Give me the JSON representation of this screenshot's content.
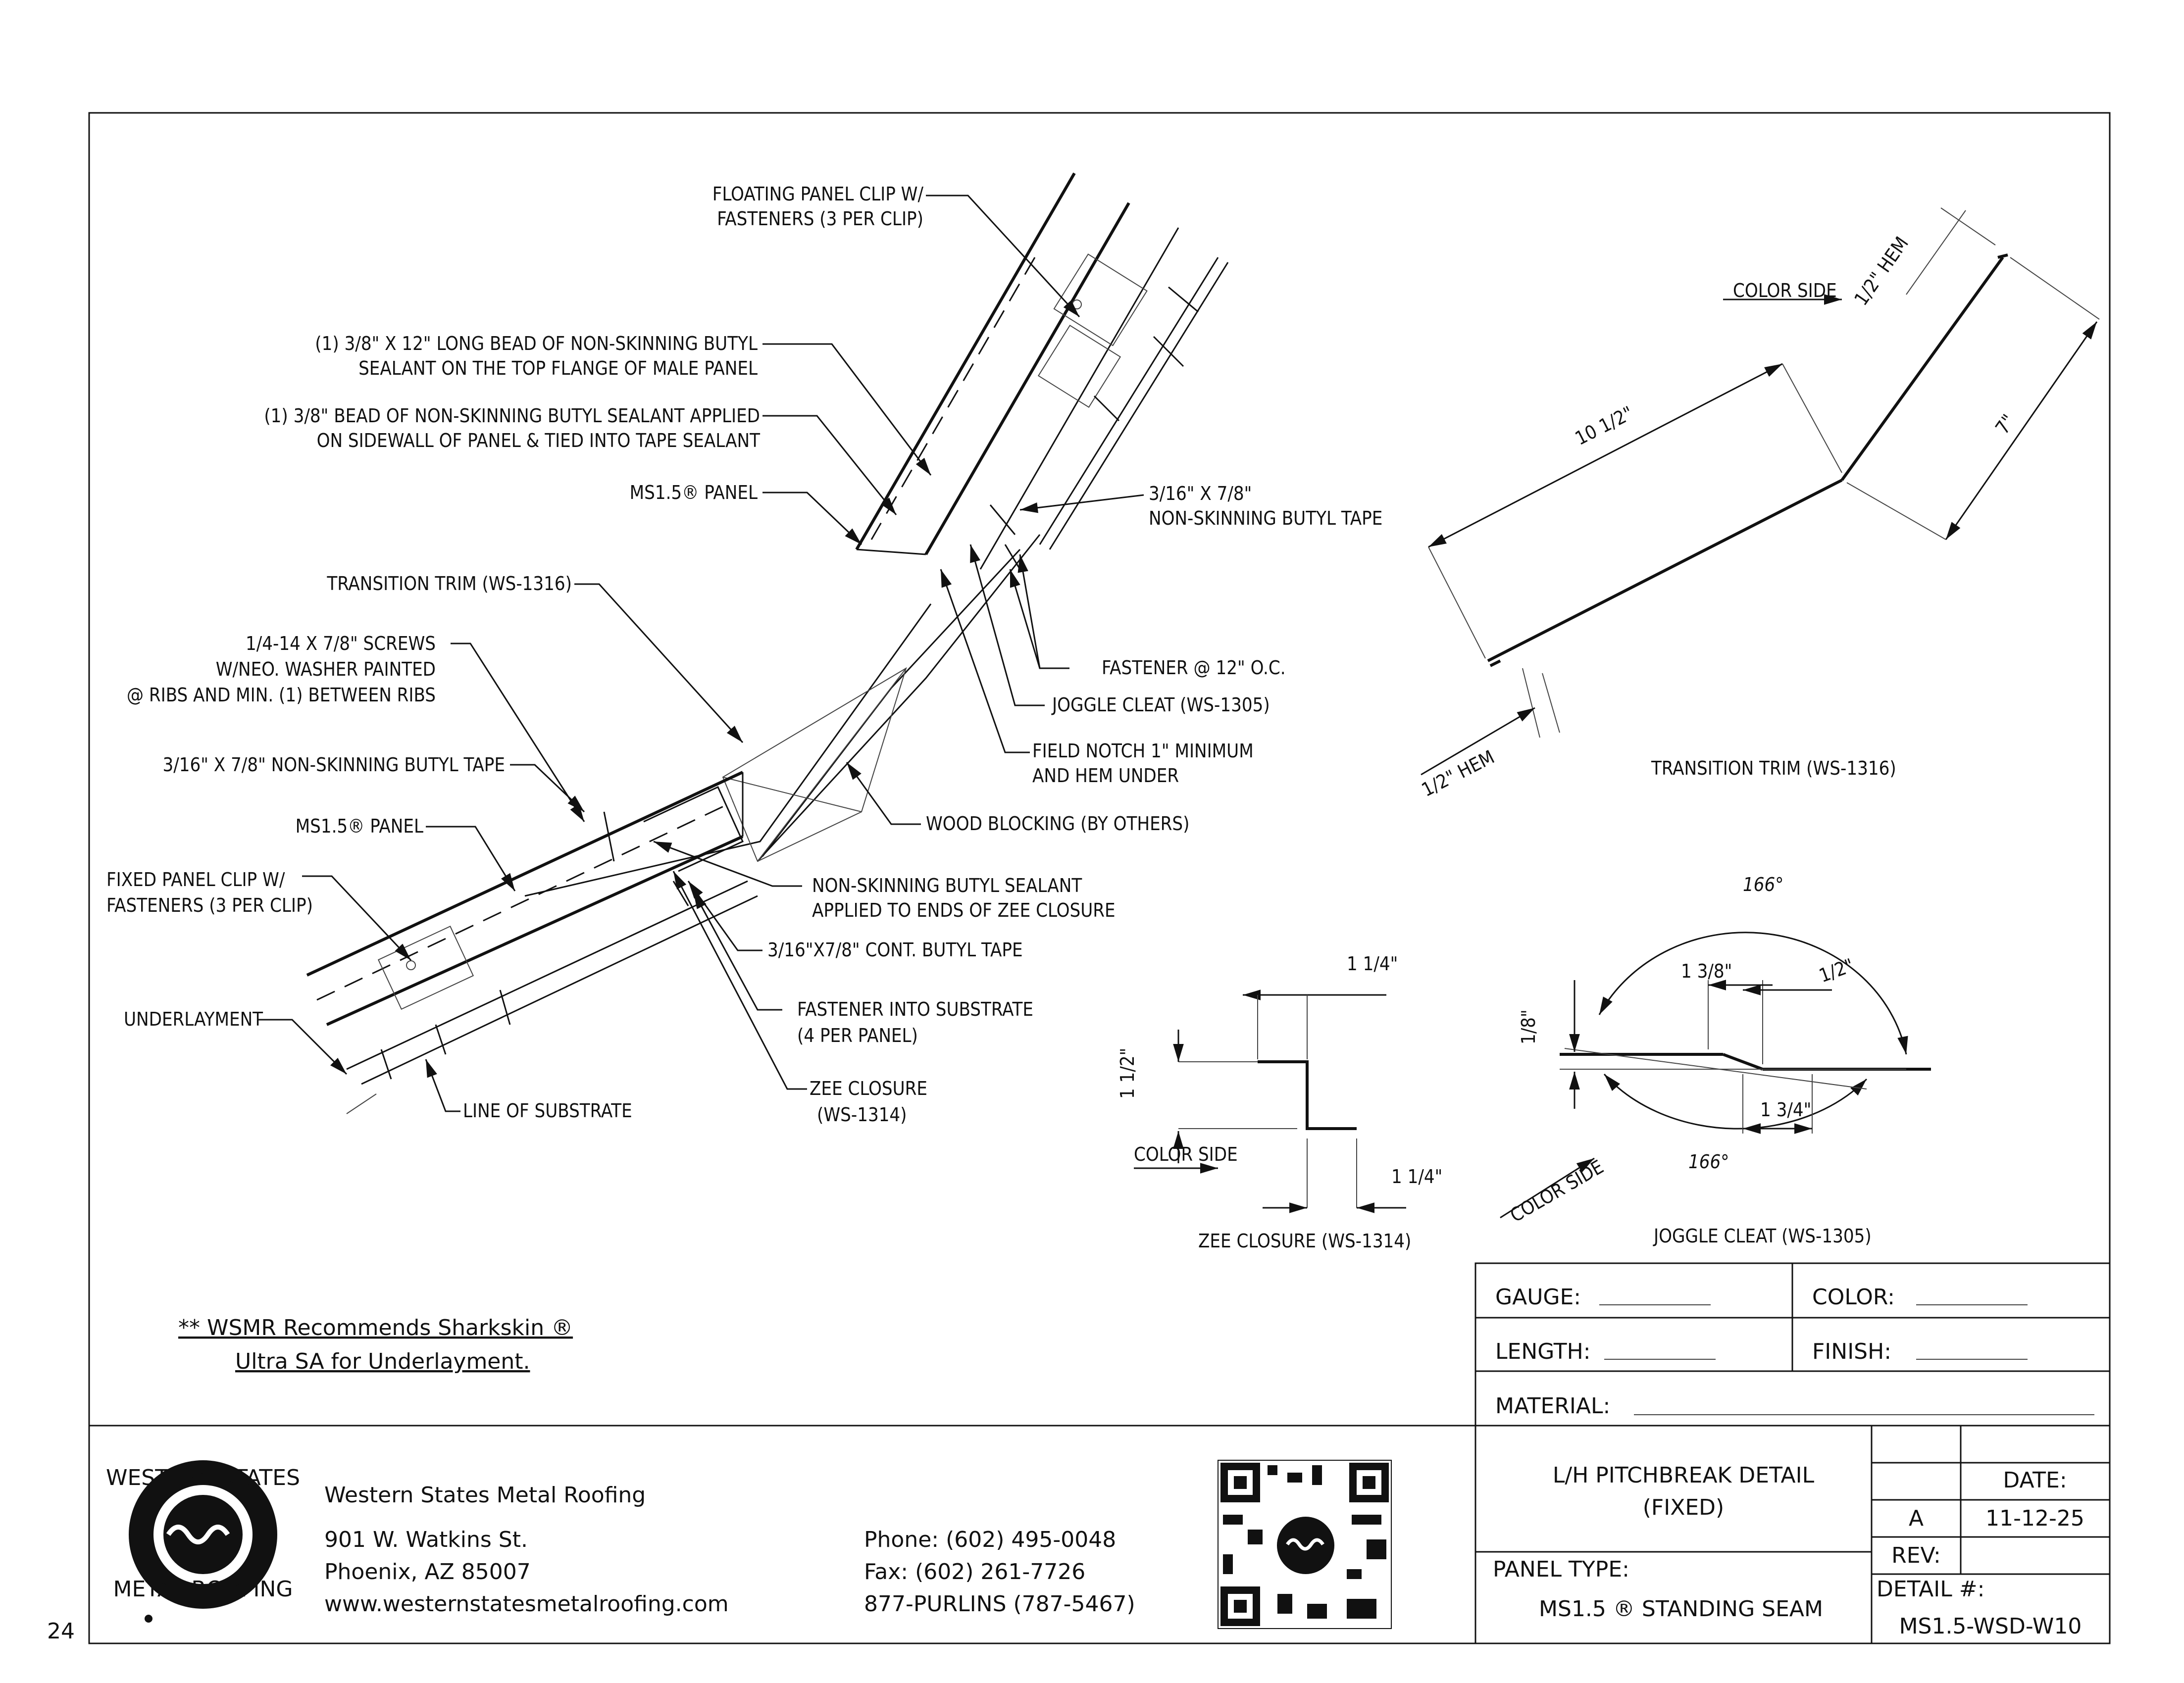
{
  "page_number": "24",
  "callouts_main": {
    "floating_clip": [
      "FLOATING PANEL CLIP W/",
      "FASTENERS (3 PER CLIP)"
    ],
    "bead_12": [
      "(1) 3/8\" X 12\" LONG BEAD OF NON-SKINNING BUTYL",
      "SEALANT ON THE TOP FLANGE OF MALE PANEL"
    ],
    "bead_sidewall": [
      "(1) 3/8\" BEAD OF NON-SKINNING BUTYL SEALANT APPLIED",
      "ON SIDEWALL OF PANEL & TIED INTO TAPE SEALANT"
    ],
    "ms15_panel_top": "MS1.5® PANEL",
    "butyl_tape_top": [
      "3/16\" X 7/8\"",
      "NON-SKINNING BUTYL TAPE"
    ],
    "transition_trim": "TRANSITION TRIM (WS-1316)",
    "screws": [
      "1/4-14 X 7/8\" SCREWS",
      "W/NEO. WASHER PAINTED",
      "@ RIBS AND MIN. (1) BETWEEN RIBS"
    ],
    "fastener_12oc": "FASTENER @ 12\" O.C.",
    "joggle_cleat": "JOGGLE CLEAT (WS-1305)",
    "field_notch": [
      "FIELD NOTCH 1\" MINIMUM",
      "AND HEM UNDER"
    ],
    "butyl_tape_left": "3/16\" X 7/8\" NON-SKINNING BUTYL TAPE",
    "wood_blocking": "WOOD BLOCKING (BY OTHERS)",
    "ms15_panel_bottom": "MS1.5® PANEL",
    "fixed_clip": [
      "FIXED PANEL CLIP W/",
      "FASTENERS (3 PER CLIP)"
    ],
    "sealant_ends": [
      "NON-SKINNING BUTYL SEALANT",
      "APPLIED TO ENDS OF ZEE CLOSURE"
    ],
    "cont_butyl": "3/16\"X7/8\" CONT. BUTYL TAPE",
    "underlayment": "UNDERLAYMENT",
    "fastener_substrate": [
      "FASTENER INTO SUBSTRATE",
      "(4 PER PANEL)"
    ],
    "zee_closure": [
      "ZEE CLOSURE",
      "(WS-1314)"
    ],
    "line_substrate": "LINE OF SUBSTRATE"
  },
  "transition_detail": {
    "color_side": "COLOR SIDE",
    "hem_top": "1/2\" HEM",
    "dim_long": "10 1/2\"",
    "dim_short": "7\"",
    "hem_bottom": "1/2\" HEM",
    "caption": "TRANSITION TRIM (WS-1316)"
  },
  "zee_detail": {
    "dim_top": "1 1/4\"",
    "dim_left": "1 1/2\"",
    "color_side": "COLOR SIDE",
    "dim_bottom": "1 1/4\"",
    "caption": "ZEE CLOSURE (WS-1314)"
  },
  "joggle_detail": {
    "angle_top": "166°",
    "dim_a": "1 3/8\"",
    "dim_b": "1/2\"",
    "dim_c": "1/8\"",
    "dim_d": "1 3/4\"",
    "angle_bottom": "166°",
    "color_side": "COLOR SIDE",
    "caption": "JOGGLE CLEAT (WS-1305)"
  },
  "note": [
    "** WSMR Recommends Sharkskin ®",
    "Ultra SA for Underlayment."
  ],
  "spec_box": {
    "gauge": "GAUGE:",
    "color": "COLOR:",
    "length": "LENGTH:",
    "finish": "FINISH:",
    "material": "MATERIAL:"
  },
  "company": {
    "name": "Western States Metal Roofing",
    "addr1": "901 W. Watkins St.",
    "addr2": "Phoenix, AZ 85007",
    "web": "www.westernstatesmetalroofing.com",
    "phone": "Phone: (602) 495-0048",
    "fax": "Fax: (602) 261-7726",
    "purlins": "877-PURLINS (787-5467)",
    "logo_top": "WESTERN STATES",
    "logo_bottom": "METAL ROOFING"
  },
  "title_block": {
    "title": [
      "L/H PITCHBREAK DETAIL",
      "(FIXED)"
    ],
    "panel_type_label": "PANEL TYPE:",
    "panel_type": "MS1.5 ® STANDING SEAM",
    "date_label": "DATE:",
    "rev_letter": "A",
    "date": "11-12-25",
    "rev_label": "REV:",
    "detail_label": "DETAIL #:",
    "detail": "MS1.5-WSD-W10"
  }
}
